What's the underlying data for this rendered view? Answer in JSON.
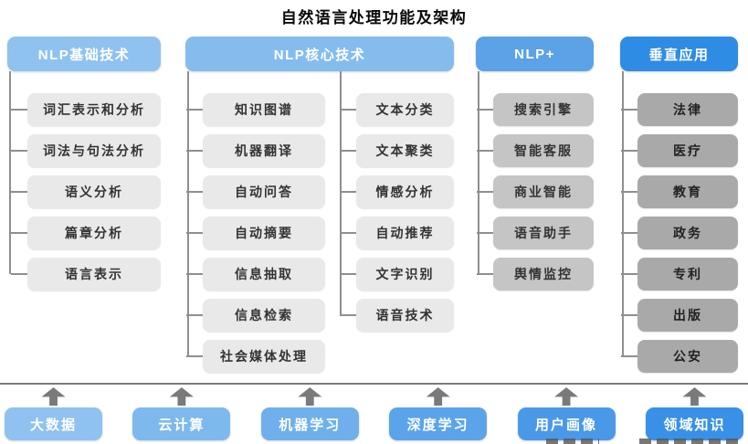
{
  "title": "自然语言处理功能及架构",
  "colors": {
    "header_1": "#90c2f0",
    "header_2": "#85bcee",
    "header_3": "#5ba2e6",
    "header_4": "#2f8ce4",
    "item_light": "#e9e9e9",
    "item_mid": "#c5c5c5",
    "item_dark": "#a9a9a9",
    "connector": "#8f8f8f",
    "separator": "#7b7b7b",
    "arrow": "#7a7a7a"
  },
  "columns": [
    {
      "header": "NLP基础技术",
      "items": [
        "词汇表示和分析",
        "词法与句法分析",
        "语义分析",
        "篇章分析",
        "语言表示"
      ]
    },
    {
      "header": "NLP核心技术",
      "items_left": [
        "知识图谱",
        "机器翻译",
        "自动问答",
        "自动摘要",
        "信息抽取",
        "信息检索",
        "社会媒体处理"
      ],
      "items_right": [
        "文本分类",
        "文本聚类",
        "情感分析",
        "自动推荐",
        "文字识别",
        "语音技术"
      ]
    },
    {
      "header": "NLP+",
      "items": [
        "搜索引擎",
        "智能客服",
        "商业智能",
        "语音助手",
        "舆情监控"
      ]
    },
    {
      "header": "垂直应用",
      "items": [
        "法律",
        "医疗",
        "教育",
        "政务",
        "专利",
        "出版",
        "公安"
      ]
    }
  ],
  "foundation": [
    {
      "label": "大数据",
      "color": "#8fc2f0"
    },
    {
      "label": "云计算",
      "color": "#7eb9ee"
    },
    {
      "label": "机器学习",
      "color": "#6fb0ec"
    },
    {
      "label": "深度学习",
      "color": "#5ca4ea"
    },
    {
      "label": "用户画像",
      "color": "#4a99e8"
    },
    {
      "label": "领域知识",
      "color": "#3990e7"
    }
  ]
}
